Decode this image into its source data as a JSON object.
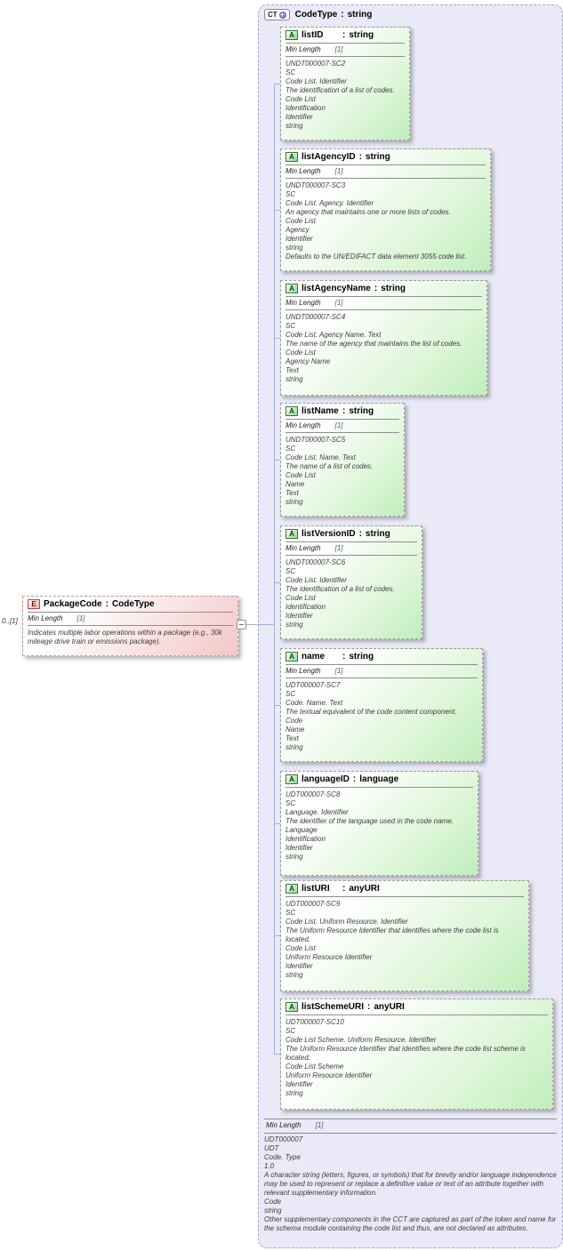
{
  "icons": {
    "complex_type": "CT",
    "attribute": "A",
    "element": "E"
  },
  "container": {
    "name": "CodeType",
    "sep": ":",
    "type": "string",
    "facet_label": "Min Length",
    "facet_value": "[1]",
    "footer_lines": [
      "UDT000007",
      "UDT",
      "Code. Type",
      "1.0",
      "A character string (letters, figures, or symbols) that for brevity and/or language independence may be used to represent or replace a definitive value or text of an attribute together with relevant supplementary information.",
      "Code",
      "string",
      "Other supplementary components in the CCT are captured as part of the token and name for the schema module containing the code list and thus, are not declared as attributes."
    ]
  },
  "element": {
    "cardinality": "0..[1]",
    "name": "PackageCode",
    "sep": ":",
    "type": "CodeType",
    "facet_label": "Min Length",
    "facet_value": "[1]",
    "description": "Indicates multiple labor operations within a package (e.g., 30k mileage drive train or emissions package)."
  },
  "attributes": [
    {
      "name": "listID",
      "sep": ":",
      "type": "string",
      "facet_label": "Min Length",
      "facet_value": "[1]",
      "lines": [
        "UNDT000007-SC2",
        "SC",
        "Code List. Identifier",
        "The identification of a list of codes.",
        "Code List",
        "Identification",
        "Identifier",
        "string"
      ]
    },
    {
      "name": "listAgencyID",
      "sep": ":",
      "type": "string",
      "facet_label": "Min Length",
      "facet_value": "[1]",
      "lines": [
        "UNDT000007-SC3",
        "SC",
        "Code List. Agency. Identifier",
        "An agency that maintains one or more lists of codes.",
        "Code List",
        "Agency",
        "Identifier",
        "string",
        "Defaults to the UN/EDIFACT data element 3055 code list."
      ]
    },
    {
      "name": "listAgencyName",
      "sep": ":",
      "type": "string",
      "facet_label": "Min Length",
      "facet_value": "[1]",
      "lines": [
        "UNDT000007-SC4",
        "SC",
        "Code List. Agency Name. Text",
        "The name of the agency that maintains the list of codes.",
        "Code List",
        "Agency Name",
        "Text",
        "string"
      ]
    },
    {
      "name": "listName",
      "sep": ":",
      "type": "string",
      "facet_label": "Min Length",
      "facet_value": "[1]",
      "lines": [
        "UNDT000007-SC5",
        "SC",
        "Code List. Name. Text",
        "The name of a list of codes.",
        "Code List",
        "Name",
        "Text",
        "string"
      ]
    },
    {
      "name": "listVersionID",
      "sep": ":",
      "type": "string",
      "facet_label": "Min Length",
      "facet_value": "[1]",
      "lines": [
        "UNDT000007-SC6",
        "SC",
        "Code List. Identifier",
        "The identification of a list of codes.",
        "Code List",
        "Identification",
        "Identifier",
        "string"
      ]
    },
    {
      "name": "name",
      "sep": ":",
      "type": "string",
      "facet_label": "Min Length",
      "facet_value": "[1]",
      "lines": [
        "UDT000007-SC7",
        "SC",
        "Code. Name. Text",
        "The textual equivalent of the code content component.",
        "Code",
        "Name",
        "Text",
        "string"
      ]
    },
    {
      "name": "languageID",
      "sep": ":",
      "type": "language",
      "lines": [
        "UDT000007-SC8",
        "SC",
        "Language. Identifier",
        "The identifier of the language used in the code name.",
        "Language",
        "Identification",
        "Identifier",
        "string"
      ]
    },
    {
      "name": "listURI",
      "sep": ":",
      "type": "anyURI",
      "lines": [
        "UDT000007-SC9",
        "SC",
        "Code List. Uniform Resource. Identifier",
        "The Uniform Resource Identifier that identifies where the code list is located.",
        "Code List",
        "Uniform Resource Identifier",
        "Identifier",
        "string"
      ]
    },
    {
      "name": "listSchemeURI",
      "sep": ":",
      "type": "anyURI",
      "lines": [
        "UDT000007-SC10",
        "SC",
        "Code List Scheme. Uniform Resource. Identifier",
        "The Uniform Resource Identifier that identifies where the code list scheme is located.",
        "Code List Scheme",
        "Uniform Resource Identifier",
        "Identifier",
        "string"
      ]
    }
  ]
}
